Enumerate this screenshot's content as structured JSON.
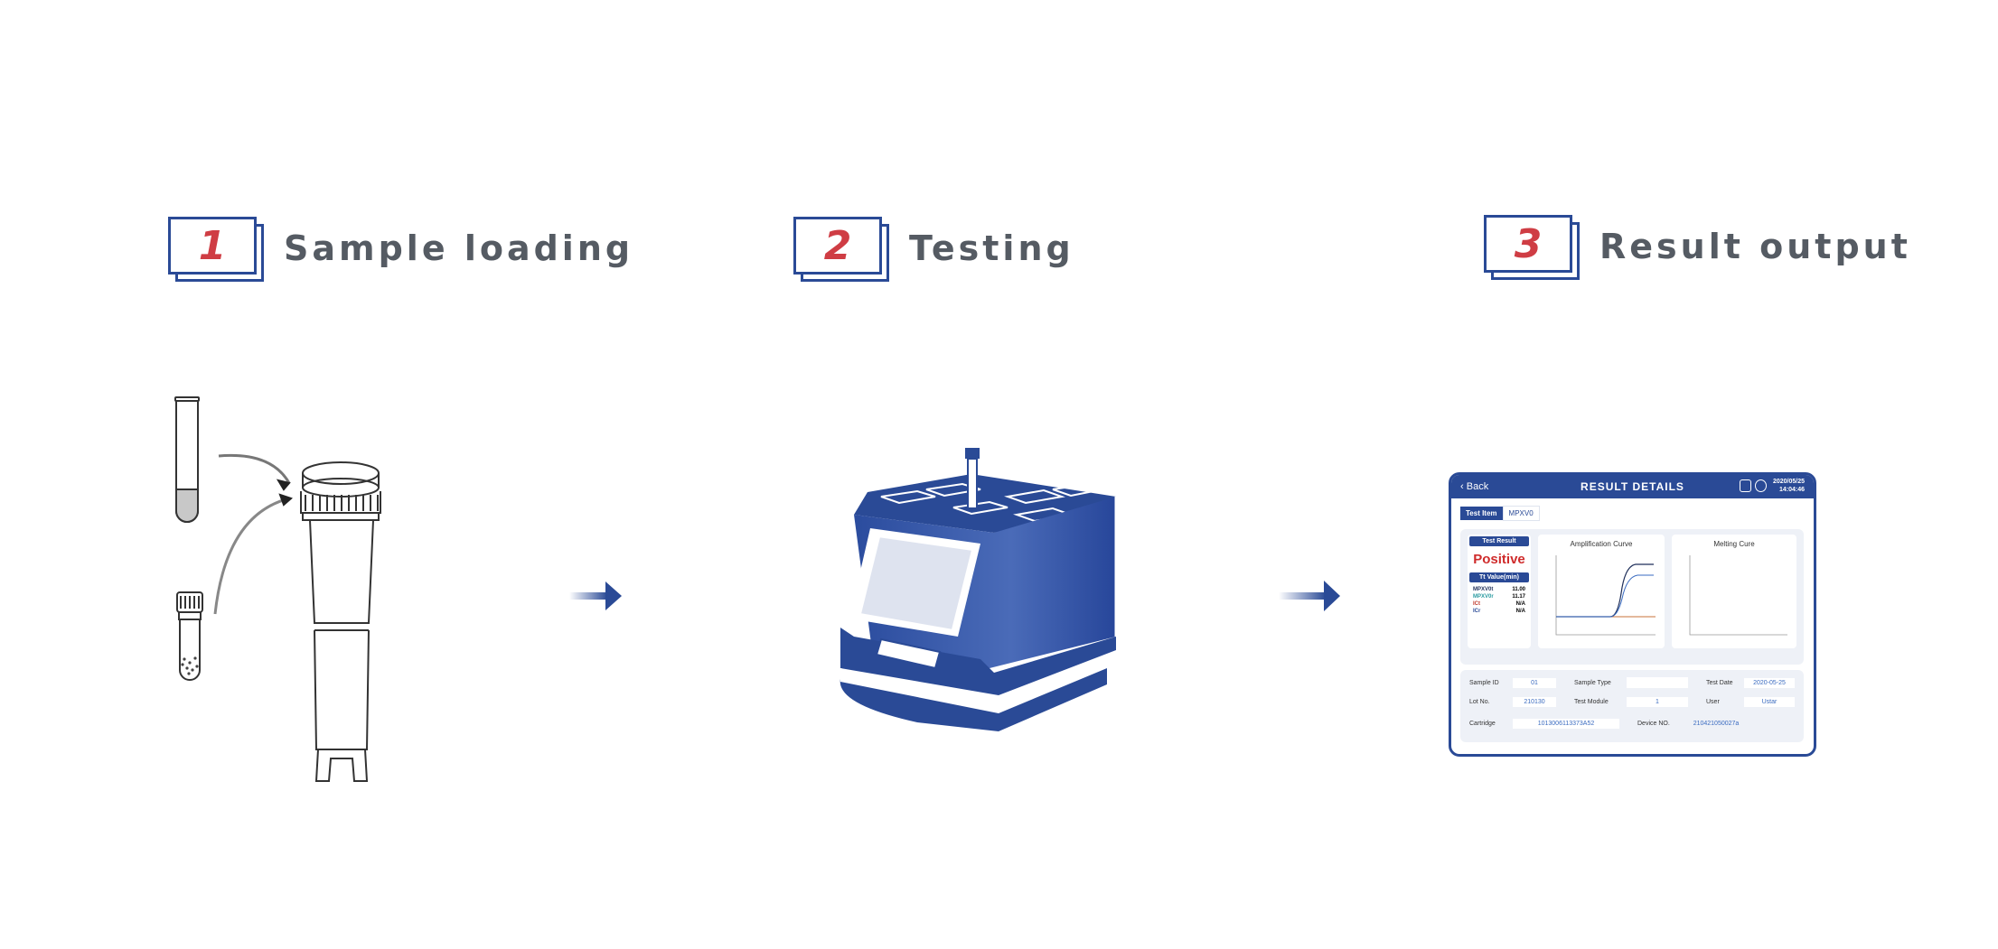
{
  "steps": [
    {
      "number": "1",
      "title": "Sample loading"
    },
    {
      "number": "2",
      "title": "Testing"
    },
    {
      "number": "3",
      "title": "Result output"
    }
  ],
  "result_screen": {
    "back_label": "Back",
    "title": "RESULT DETAILS",
    "date": "2020/05/25",
    "time": "14:04:46",
    "tab_active": "Test Item",
    "tab_value": "MPXV0",
    "test_result_label": "Test Result",
    "test_result_value": "Positive",
    "tt_label": "Tt Value(min)",
    "tt_rows": [
      {
        "name": "MPXV0t",
        "value": "11.00",
        "color": "#1f2f5a"
      },
      {
        "name": "MPXV0r",
        "value": "11.17",
        "color": "#2a9aa0"
      },
      {
        "name": "ICt",
        "value": "N/A",
        "color": "#c0392b"
      },
      {
        "name": "ICr",
        "value": "N/A",
        "color": "#2a4a96"
      }
    ],
    "amp_title": "Amplification Curve",
    "melt_title": "Melting Cure",
    "fields": {
      "sample_id_label": "Sample ID",
      "sample_id": "01",
      "sample_type_label": "Sample Type",
      "sample_type": "",
      "test_date_label": "Test Date",
      "test_date": "2020-05-25",
      "lot_label": "Lot No.",
      "lot": "210130",
      "module_label": "Test Module",
      "module": "1",
      "user_label": "User",
      "user": "Ustar",
      "cartridge_label": "Cartridge",
      "cartridge": "1013006113373A52",
      "device_label": "Device NO.",
      "device": "210421050027a"
    }
  },
  "colors": {
    "accent": "#2a4a96",
    "number": "#cf3d44",
    "title": "#555b63"
  }
}
